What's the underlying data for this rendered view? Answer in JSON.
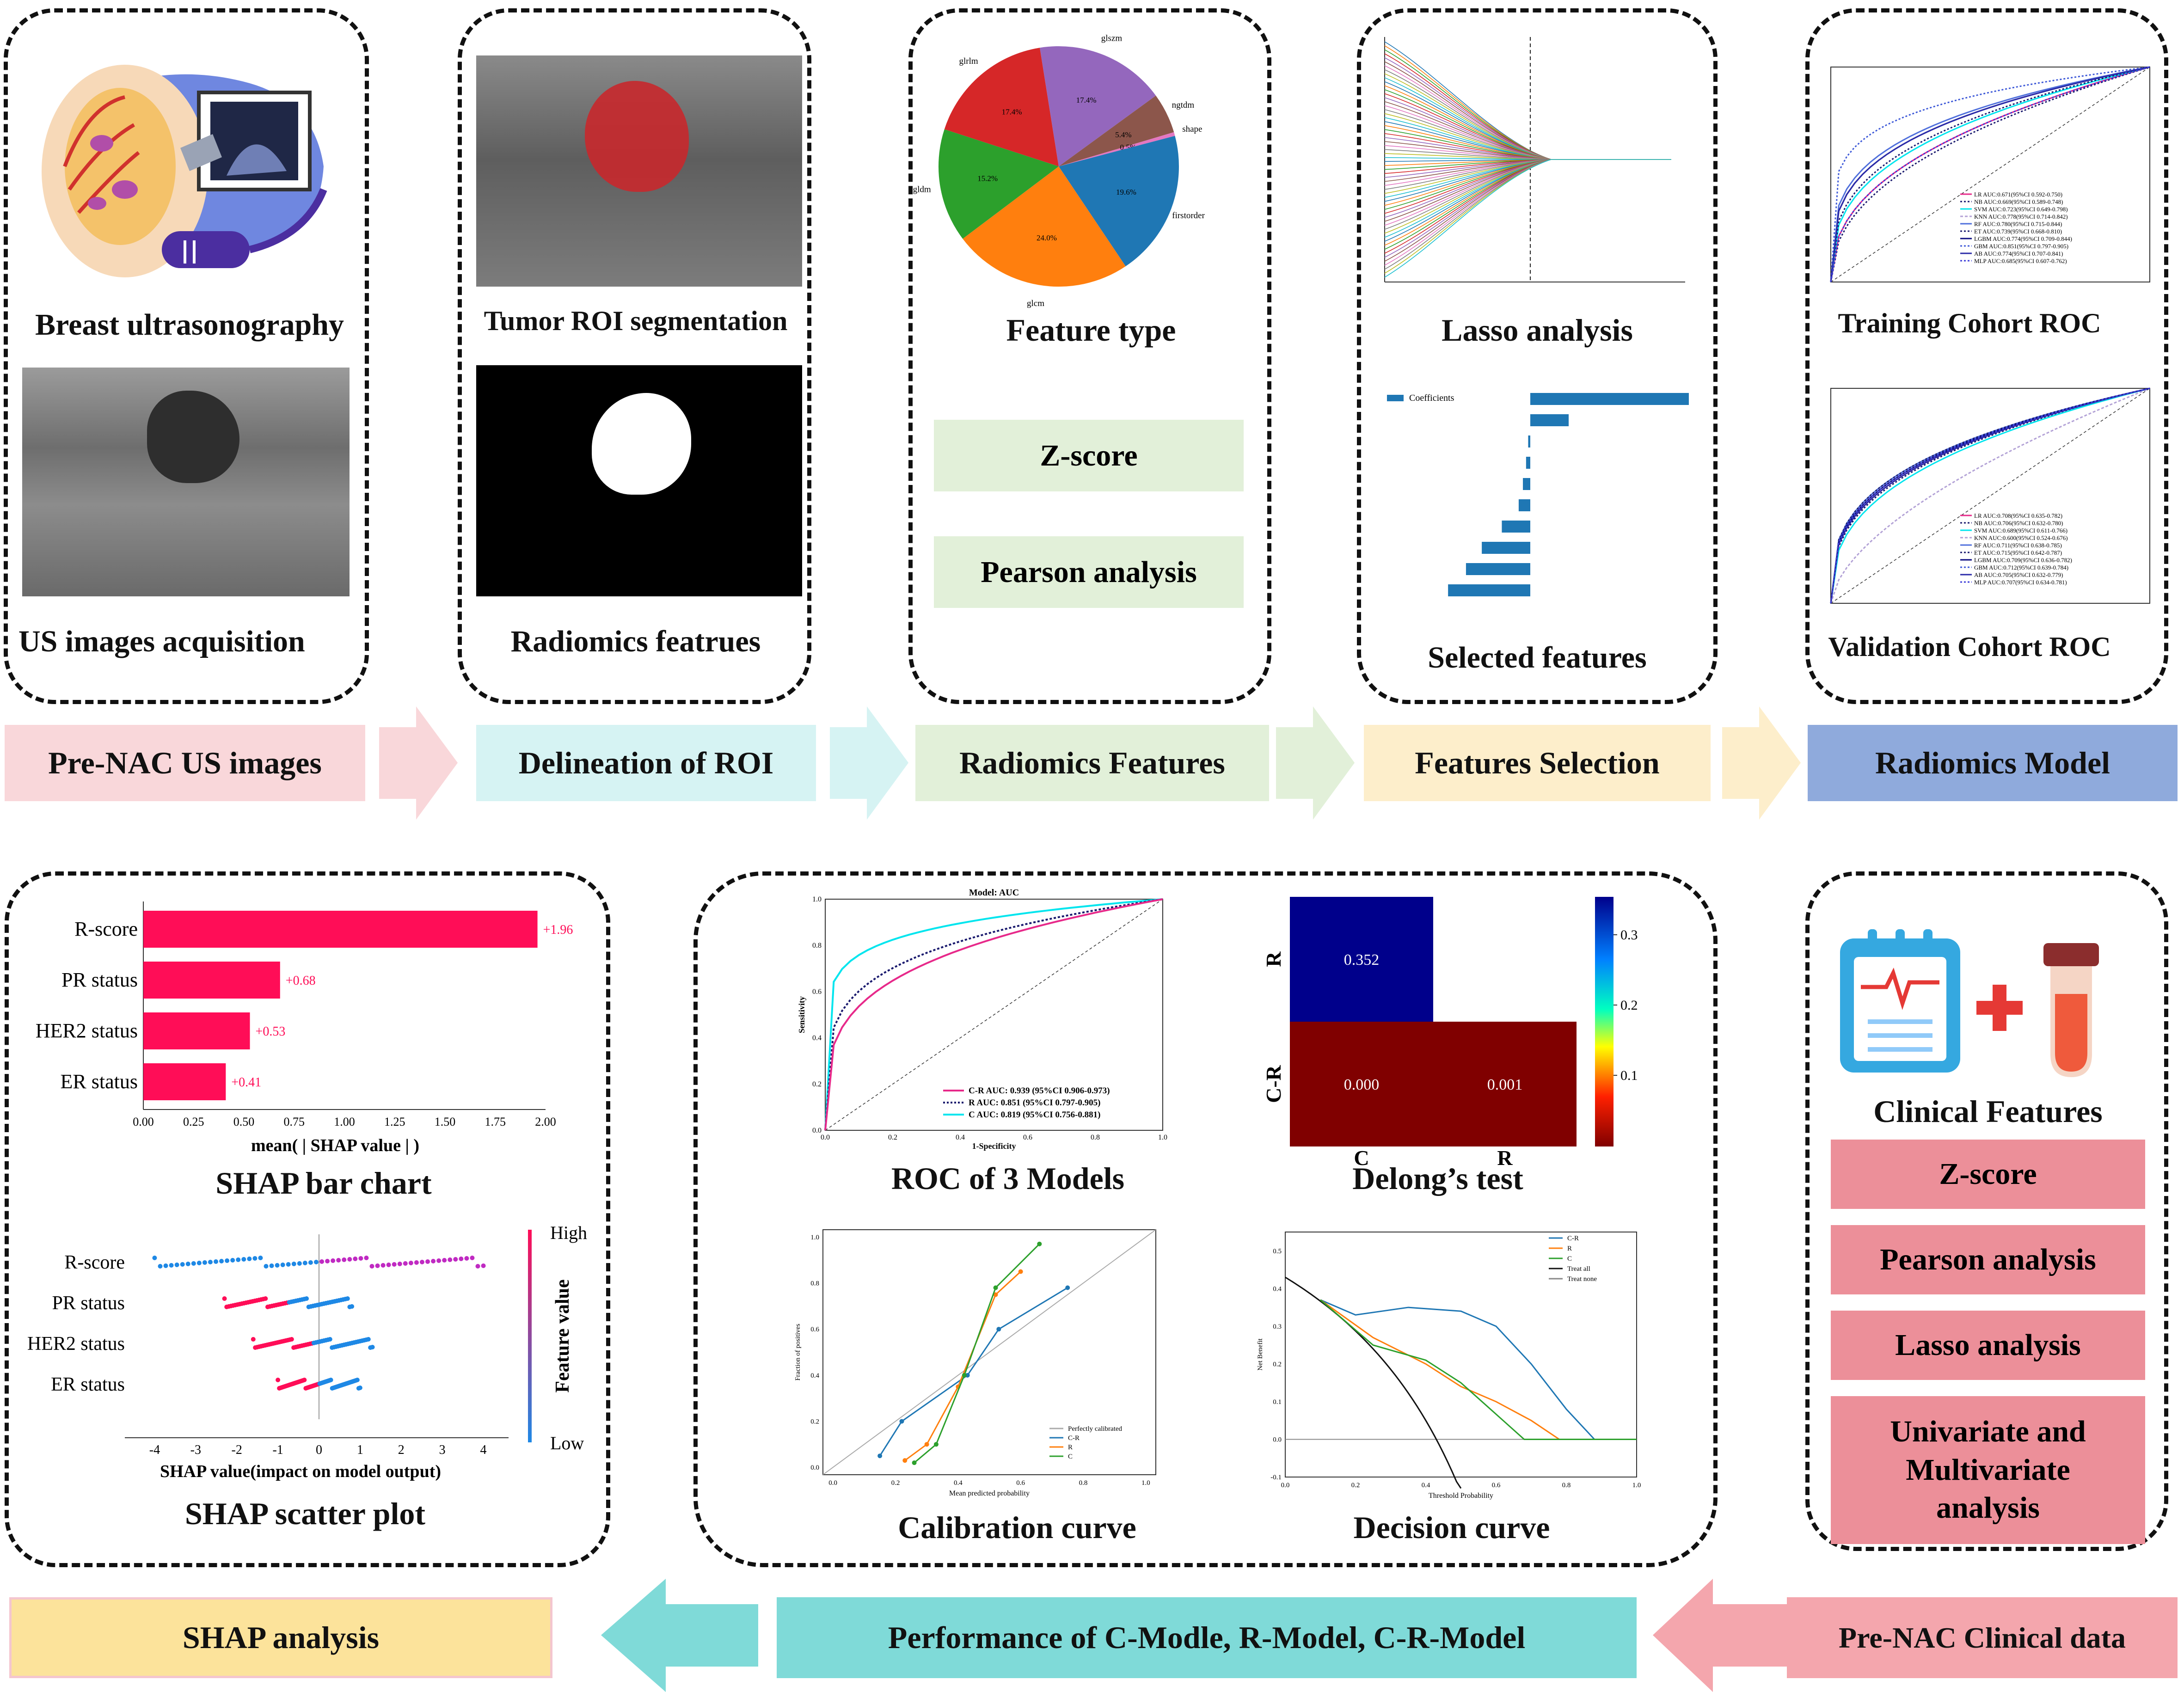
{
  "top": {
    "us": {
      "caption1": "Breast ultrasonography",
      "caption2": "US images acquisition"
    },
    "roi": {
      "caption1": "Tumor ROI segmentation",
      "caption2": "Radiomics featrues"
    },
    "features": {
      "caption": "Feature type",
      "steps": [
        "Z-score",
        "Pearson analysis"
      ],
      "pie": {
        "labels": [
          "glrlm",
          "glszm",
          "ngtdm",
          "shape",
          "firstorder",
          "glcm",
          "gldm"
        ],
        "percent_labels": [
          "17.4%",
          "17.4%",
          "5.4%",
          "0.5%",
          "19.6%",
          "24.0%",
          "15.2%"
        ],
        "values": [
          17.4,
          17.4,
          5.4,
          0.5,
          19.6,
          24.0,
          15.2
        ],
        "colors": [
          "#d62728",
          "#9467bd",
          "#8c564b",
          "#e377c2",
          "#1f77b4",
          "#ff7f0e",
          "#2ca02c"
        ]
      }
    },
    "selection": {
      "caption1": "Lasso analysis",
      "caption2": "Selected features",
      "legend": "Coefficients",
      "coefficients": [
        0.95,
        0.23,
        -0.02,
        -0.04,
        -0.07,
        -0.11,
        -0.27,
        -0.46,
        -0.61,
        -0.78
      ]
    },
    "model": {
      "caption1": "Training Cohort ROC",
      "caption2": "Validation Cohort ROC",
      "train_legend": [
        "LR AUC:0.671(95%CI 0.592-0.750)",
        "NB AUC:0.669(95%CI 0.589-0.748)",
        "SVM AUC:0.723(95%CI 0.649-0.798)",
        "KNN AUC:0.778(95%CI 0.714-0.842)",
        "RF AUC:0.780(95%CI 0.715-0.844)",
        "ET AUC:0.739(95%CI 0.668-0.810)",
        "LGBM AUC:0.774(95%CI 0.709-0.844)",
        "GBM AUC:0.851(95%CI 0.797-0.905)",
        "AB AUC:0.774(95%CI 0.707-0.841)",
        "MLP AUC:0.685(95%CI 0.607-0.762)"
      ],
      "val_legend": [
        "LR AUC:0.708(95%CI 0.635-0.782)",
        "NB AUC:0.706(95%CI 0.632-0.780)",
        "SVM AUC:0.689(95%CI 0.611-0.766)",
        "KNN AUC:0.600(95%CI 0.524-0.676)",
        "RF AUC:0.711(95%CI 0.638-0.785)",
        "ET AUC:0.715(95%CI 0.642-0.787)",
        "LGBM AUC:0.709(95%CI 0.636-0.782)",
        "GBM AUC:0.712(95%CI 0.639-0.784)",
        "AB AUC:0.705(95%CI 0.632-0.779)",
        "MLP AUC:0.707(95%CI 0.634-0.781)"
      ]
    }
  },
  "stages": [
    "Pre-NAC US images",
    "Delineation of ROI",
    "Radiomics Features",
    "Features Selection",
    "Radiomics Model"
  ],
  "bottom": {
    "shap": {
      "caption1": "SHAP bar chart",
      "caption2": "SHAP scatter plot",
      "bar_xlabel": "mean( | SHAP value | )",
      "scatter_xlabel": "SHAP value(impact on model output)",
      "colorbar_label": "Feature value",
      "high": "High",
      "low": "Low",
      "features": [
        "R-score",
        "PR status",
        "HER2 status",
        "ER status"
      ],
      "mean_abs": [
        1.96,
        0.68,
        0.53,
        0.41
      ],
      "value_labels": [
        "+1.96",
        "+0.68",
        "+0.53",
        "+0.41"
      ],
      "bar_ticks": [
        "0.00",
        "0.25",
        "0.50",
        "0.75",
        "1.00",
        "1.25",
        "1.50",
        "1.75",
        "2.00"
      ],
      "scatter_ticks": [
        "-4",
        "-3",
        "-2",
        "-1",
        "0",
        "1",
        "2",
        "3",
        "4"
      ]
    },
    "perf": {
      "roc_caption": "ROC of 3 Models",
      "roc_title": "Model: AUC",
      "roc_xlabel": "1-Specificity",
      "roc_ylabel": "Sensitivity",
      "roc_legend": [
        "C-R AUC: 0.939 (95%CI 0.906-0.973)",
        "R AUC: 0.851 (95%CI 0.797-0.905)",
        "C AUC: 0.819 (95%CI 0.756-0.881)"
      ],
      "delong_caption": "Delong’s test",
      "delong_rows": [
        "R",
        "C-R"
      ],
      "delong_cols": [
        "C",
        "R"
      ],
      "delong_values": [
        "0.352",
        "0.000",
        "0.001"
      ],
      "delong_cbar": [
        "0.3",
        "0.2",
        "0.1"
      ],
      "calib_caption": "Calibration curve",
      "calib_xlabel": "Mean predicted probability",
      "calib_ylabel": "Fraction of positives",
      "calib_legend": [
        "Perfectly calibrated",
        "C-R",
        "R",
        "C"
      ],
      "decision_caption": "Decision curve",
      "decision_xlabel": "Threshold Probability",
      "decision_ylabel": "Net Benefit",
      "decision_legend": [
        "C-R",
        "R",
        "C",
        "Treat all",
        "Treat none"
      ],
      "axis_ticks_01": [
        "0.0",
        "0.2",
        "0.4",
        "0.6",
        "0.8",
        "1.0"
      ]
    },
    "clinical": {
      "caption": "Clinical Features",
      "steps": [
        "Z-score",
        "Pearson analysis",
        "Lasso analysis",
        "Univariate and Multivariate analysis"
      ]
    }
  },
  "bottom_stages": [
    "SHAP analysis",
    "Performance of C-Modle, R-Model, C-R-Model",
    "Pre-NAC Clinical data"
  ],
  "colors": {
    "pink_stage": "#f9d7da",
    "cyan_stage": "#d6f3f3",
    "green_stage": "#e2f0d9",
    "yellow_stage": "#fdeecb",
    "blue_stage": "#8faadc",
    "teal_stage": "#7fdad8",
    "clinical_stage": "#f4a6ad",
    "shap_stage": "#fce39b"
  }
}
